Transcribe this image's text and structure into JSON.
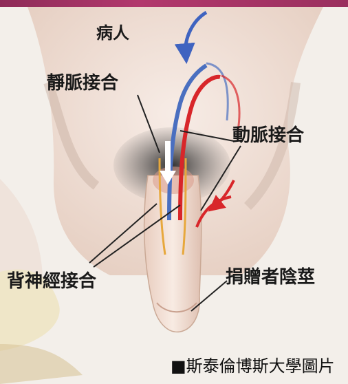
{
  "labels": {
    "patient": "病人",
    "vein_anastomosis": "靜脈接合",
    "artery_anastomosis": "動脈接合",
    "nerve_anastomosis": "背神經接合",
    "donor_penis": "捐贈者陰莖",
    "credit": "■斯泰倫博斯大學圖片"
  },
  "colors": {
    "banner": "#a3326a",
    "vein": "#4a6fc0",
    "artery": "#d8262a",
    "nerve": "#e7a83c",
    "skin": "#ecd7cc"
  }
}
